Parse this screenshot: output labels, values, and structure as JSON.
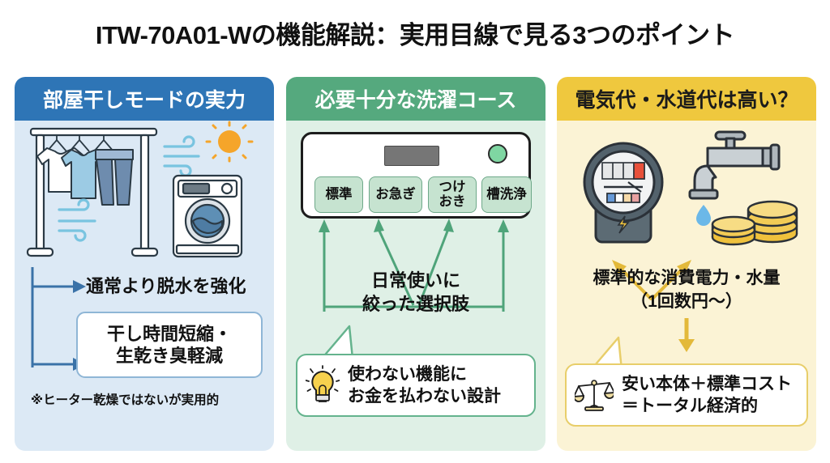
{
  "title": "ITW-70A01-Wの機能解説：実用目線で見る3つのポイント",
  "colors": {
    "panel1_header": "#2E75B6",
    "panel1_body": "#DCE9F5",
    "panel2_header": "#55A97E",
    "panel2_body": "#DFF0E6",
    "panel3_header": "#EFC83E",
    "panel3_body": "#FBF3D5",
    "arrow_blue": "#3A72A8",
    "arrow_green": "#4FA47A",
    "arrow_gold": "#E3B93A",
    "title_text": "#111111"
  },
  "panels": [
    {
      "id": "panel1",
      "header": "部屋干しモードの実力",
      "illustration": [
        "drying-rack-icon",
        "tshirt-icon",
        "shirt-icon",
        "pants-icon",
        "wind-icon",
        "sun-icon",
        "washing-machine-icon"
      ],
      "bullet": "通常より脱水を強化",
      "box_lines": [
        "干し時間短縮・",
        "生乾き臭軽減"
      ],
      "note": "※ヒーター乾燥ではないが実用的"
    },
    {
      "id": "panel2",
      "header": "必要十分な洗濯コース",
      "course_buttons": [
        {
          "lines": [
            "標準"
          ]
        },
        {
          "lines": [
            "お急ぎ"
          ]
        },
        {
          "lines": [
            "つけ",
            "おき"
          ]
        },
        {
          "lines": [
            "槽洗浄"
          ]
        }
      ],
      "caption_lines": [
        "日常使いに",
        "絞った選択肢"
      ],
      "callout_icon": "lightbulb-icon",
      "callout_lines": [
        "使わない機能に",
        "お金を払わない設計"
      ]
    },
    {
      "id": "panel3",
      "header": "電気代・水道代は高い？",
      "illustration": [
        "electric-meter-icon",
        "faucet-icon",
        "water-drop-icon",
        "coin-stack-icon"
      ],
      "caption_lines": [
        "標準的な消費電力・水量",
        "（1回数円〜）"
      ],
      "callout_icon": "balance-scale-icon",
      "callout_lines": [
        "安い本体＋標準コスト",
        "＝トータル経済的"
      ]
    }
  ]
}
